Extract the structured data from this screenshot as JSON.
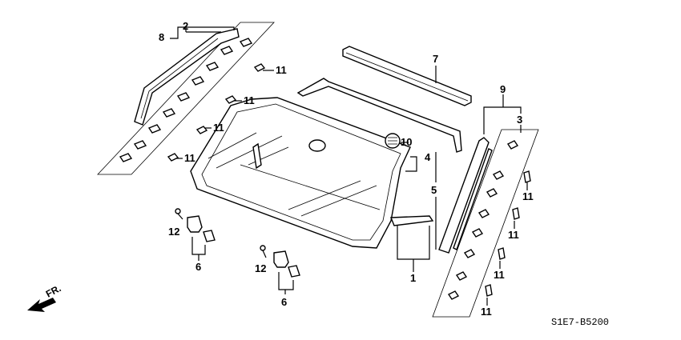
{
  "diagram": {
    "labels": {
      "l1": "1",
      "l2": "2",
      "l3": "3",
      "l4": "4",
      "l5": "5",
      "l6a": "6",
      "l6b": "6",
      "l7": "7",
      "l8": "8",
      "l9": "9",
      "l10": "10",
      "l11a": "11",
      "l11b": "11",
      "l11c": "11",
      "l11d": "11",
      "l11e": "11",
      "l11f": "11",
      "l11g": "11",
      "l11h": "11",
      "l12a": "12",
      "l12b": "12"
    },
    "direction_label": "FR.",
    "diagram_code": "S1E7-B5200"
  }
}
